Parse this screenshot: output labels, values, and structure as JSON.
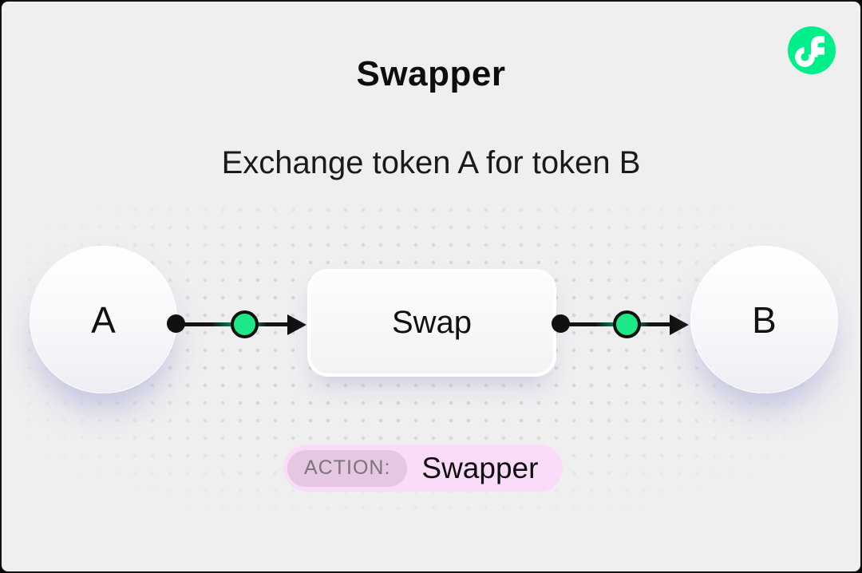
{
  "header": {
    "title": "Swapper",
    "subtitle": "Exchange token A for token B"
  },
  "logo": {
    "name": "flow-logo",
    "color": "#00EF8B"
  },
  "diagram": {
    "node_a_label": "A",
    "node_b_label": "B",
    "swap_box_label": "Swap",
    "flow_direction": "left-to-right"
  },
  "badge": {
    "label": "ACTION:",
    "value": "Swapper"
  },
  "colors": {
    "card_background": "#efeff0",
    "dot_grid": "#d7d7d9",
    "flow_green": "#00EF8B",
    "connector_green": "#1ee787",
    "connector_black": "#111111",
    "badge_background": "#fbdcf8",
    "badge_label_background": "#e5c7e1",
    "badge_label_text": "#79757e",
    "text_primary": "#0d0d0d"
  }
}
